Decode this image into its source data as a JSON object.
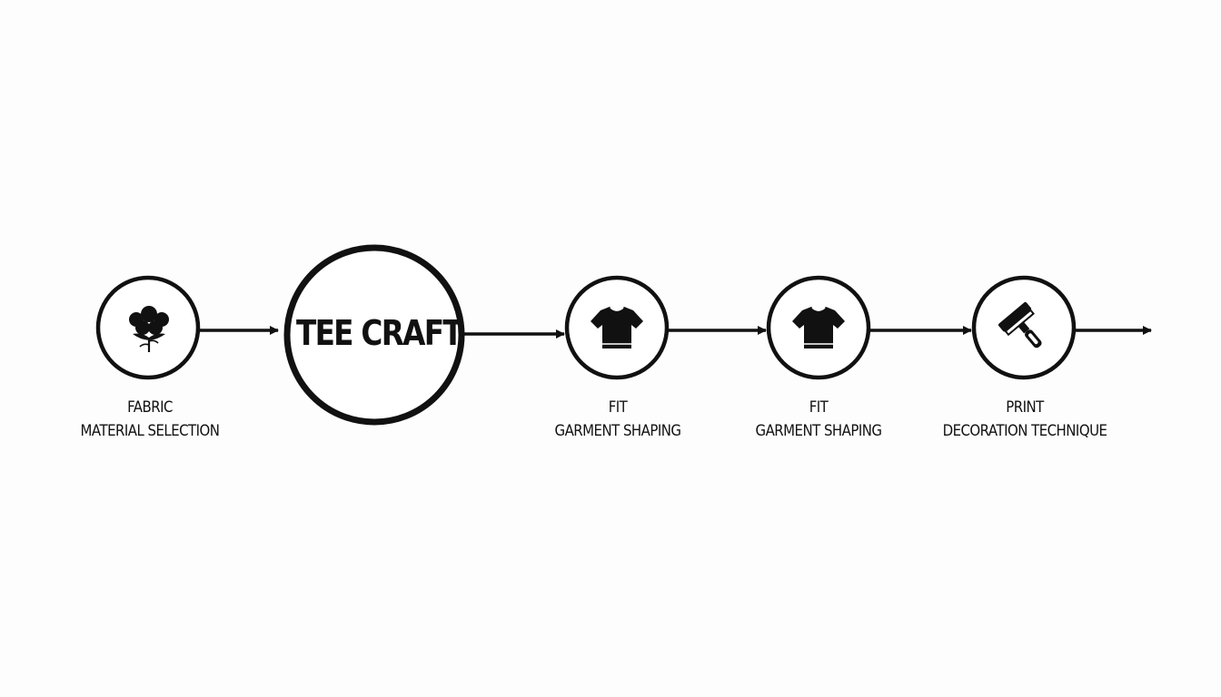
{
  "diagram": {
    "center_title": "TEE CRAFT",
    "steps": [
      {
        "title": "FABRIC",
        "subtitle": "MATERIAL SELECTION",
        "icon": "cotton-boll-icon"
      },
      {
        "title": "FIT",
        "subtitle": "GARMENT SHAPING",
        "icon": "t-shirt-icon"
      },
      {
        "title": "FIT",
        "subtitle": "GARMENT SHAPING",
        "icon": "t-shirt-icon"
      },
      {
        "title": "PRINT",
        "subtitle": "DECORATION TECHNIQUE",
        "icon": "squeegee-icon"
      }
    ],
    "colors": {
      "stroke": "#111111",
      "background": "#fdfdfd"
    }
  }
}
